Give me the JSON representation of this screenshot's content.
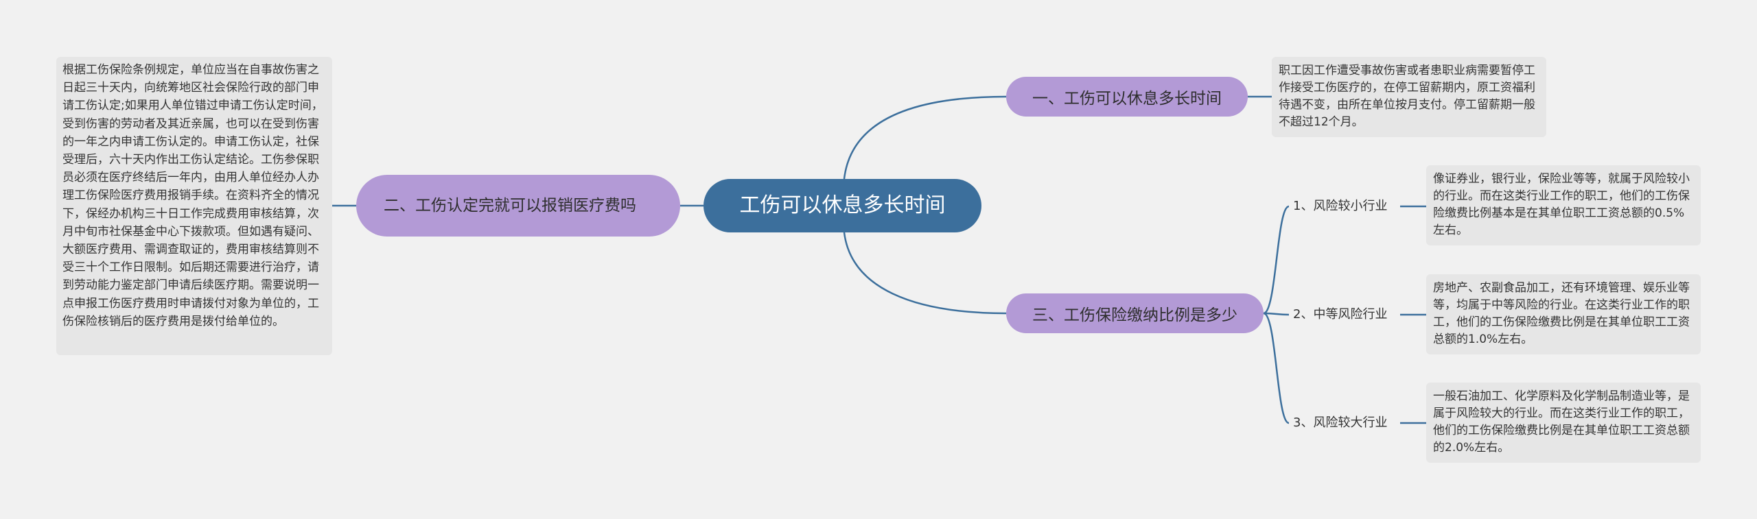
{
  "root": {
    "label": "工伤可以休息多长时间"
  },
  "branches": {
    "b1": {
      "label": "一、工伤可以休息多长时间",
      "leaf": "职工因工作遭受事故伤害或者患职业病需要暂停工作接受工伤医疗的，在停工留薪期内，原工资福利待遇不变，由所在单位按月支付。停工留薪期一般不超过12个月。"
    },
    "b2": {
      "label": "二、工伤认定完就可以报销医疗费吗",
      "leaf": "根据工伤保险条例规定，单位应当在自事故伤害之日起三十天内，向统筹地区社会保险行政的部门申请工伤认定;如果用人单位错过申请工伤认定时间，受到伤害的劳动者及其近亲属，也可以在受到伤害的一年之内申请工伤认定的。申请工伤认定，社保受理后，六十天内作出工伤认定结论。工伤参保职员必须在医疗终结后一年内，由用人单位经办人办理工伤保险医疗费用报销手续。在资料齐全的情况下，保经办机构三十日工作完成费用审核结算，次月中旬市社保基金中心下拨款项。但如遇有疑问、大额医疗费用、需调查取证的，费用审核结算则不受三十个工作日限制。如后期还需要进行治疗，请到劳动能力鉴定部门申请后续医疗期。需要说明一点申报工伤医疗费用时申请拨付对象为单位的，工伤保险核销后的医疗费用是拨付给单位的。"
    },
    "b3": {
      "label": "三、工伤保险缴纳比例是多少",
      "subs": [
        {
          "label": "1、风险较小行业",
          "leaf": "像证券业，银行业，保险业等等，就属于风险较小的行业。而在这类行业工作的职工，他们的工伤保险缴费比例基本是在其单位职工工资总额的0.5%左右。"
        },
        {
          "label": "2、中等风险行业",
          "leaf": "房地产、农副食品加工，还有环境管理、娱乐业等等，均属于中等风险的行业。在这类行业工作的职工，他们的工伤保险缴费比例是在其单位职工工资总额的1.0%左右。"
        },
        {
          "label": "3、风险较大行业",
          "leaf": "一般石油加工、化学原料及化学制品制造业等，是属于风险较大的行业。而在这类行业工作的职工，他们的工伤保险缴费比例是在其单位职工工资总额的2.0%左右。"
        }
      ]
    }
  },
  "colors": {
    "background": "#f1f1f1",
    "root": "#3c6f9c",
    "branch": "#b39ad6",
    "leaf": "#e6e6e6",
    "line": "#3c6f9c"
  }
}
